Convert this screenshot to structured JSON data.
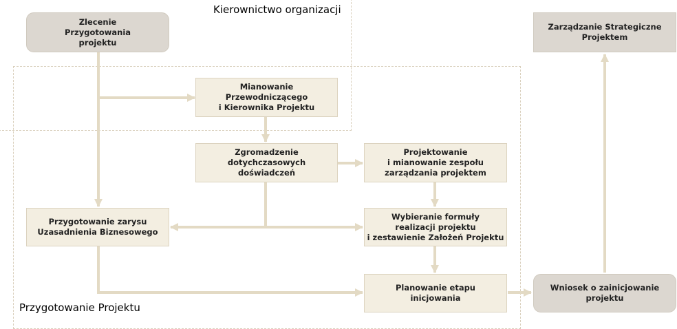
{
  "regions": {
    "management": "Kierownictwo organizacji",
    "preparation": "Przygotowanie Projektu"
  },
  "nodes": {
    "mandate": "Zlecenie\nPrzygotowania\nprojektu",
    "appoint_board": "Mianowanie\nPrzewodniczącego\ni Kierownika Projektu",
    "lessons": "Zgromadzenie\ndotychczasowych\ndoświadczeń",
    "design_team": "Projektowanie\ni mianowanie zespołu\nzarządzania projektem",
    "business_case": "Przygotowanie zarysu\nUzasadnienia Biznesowego",
    "approach": "Wybieranie formuły\nrealizacji projektu\ni zestawienie Założeń Projektu",
    "plan_initiation": "Planowanie etapu\ninicjowania",
    "request_initiate": "Wniosek o zainicjowanie\nprojektu",
    "strategic": "Zarządzanie Strategiczne\nProjektem"
  },
  "colors": {
    "arrow": "#e3dac4",
    "box_light": "#f3eee1",
    "box_grey": "#dcd7d0",
    "border_dashed": "#d9cfbc"
  }
}
